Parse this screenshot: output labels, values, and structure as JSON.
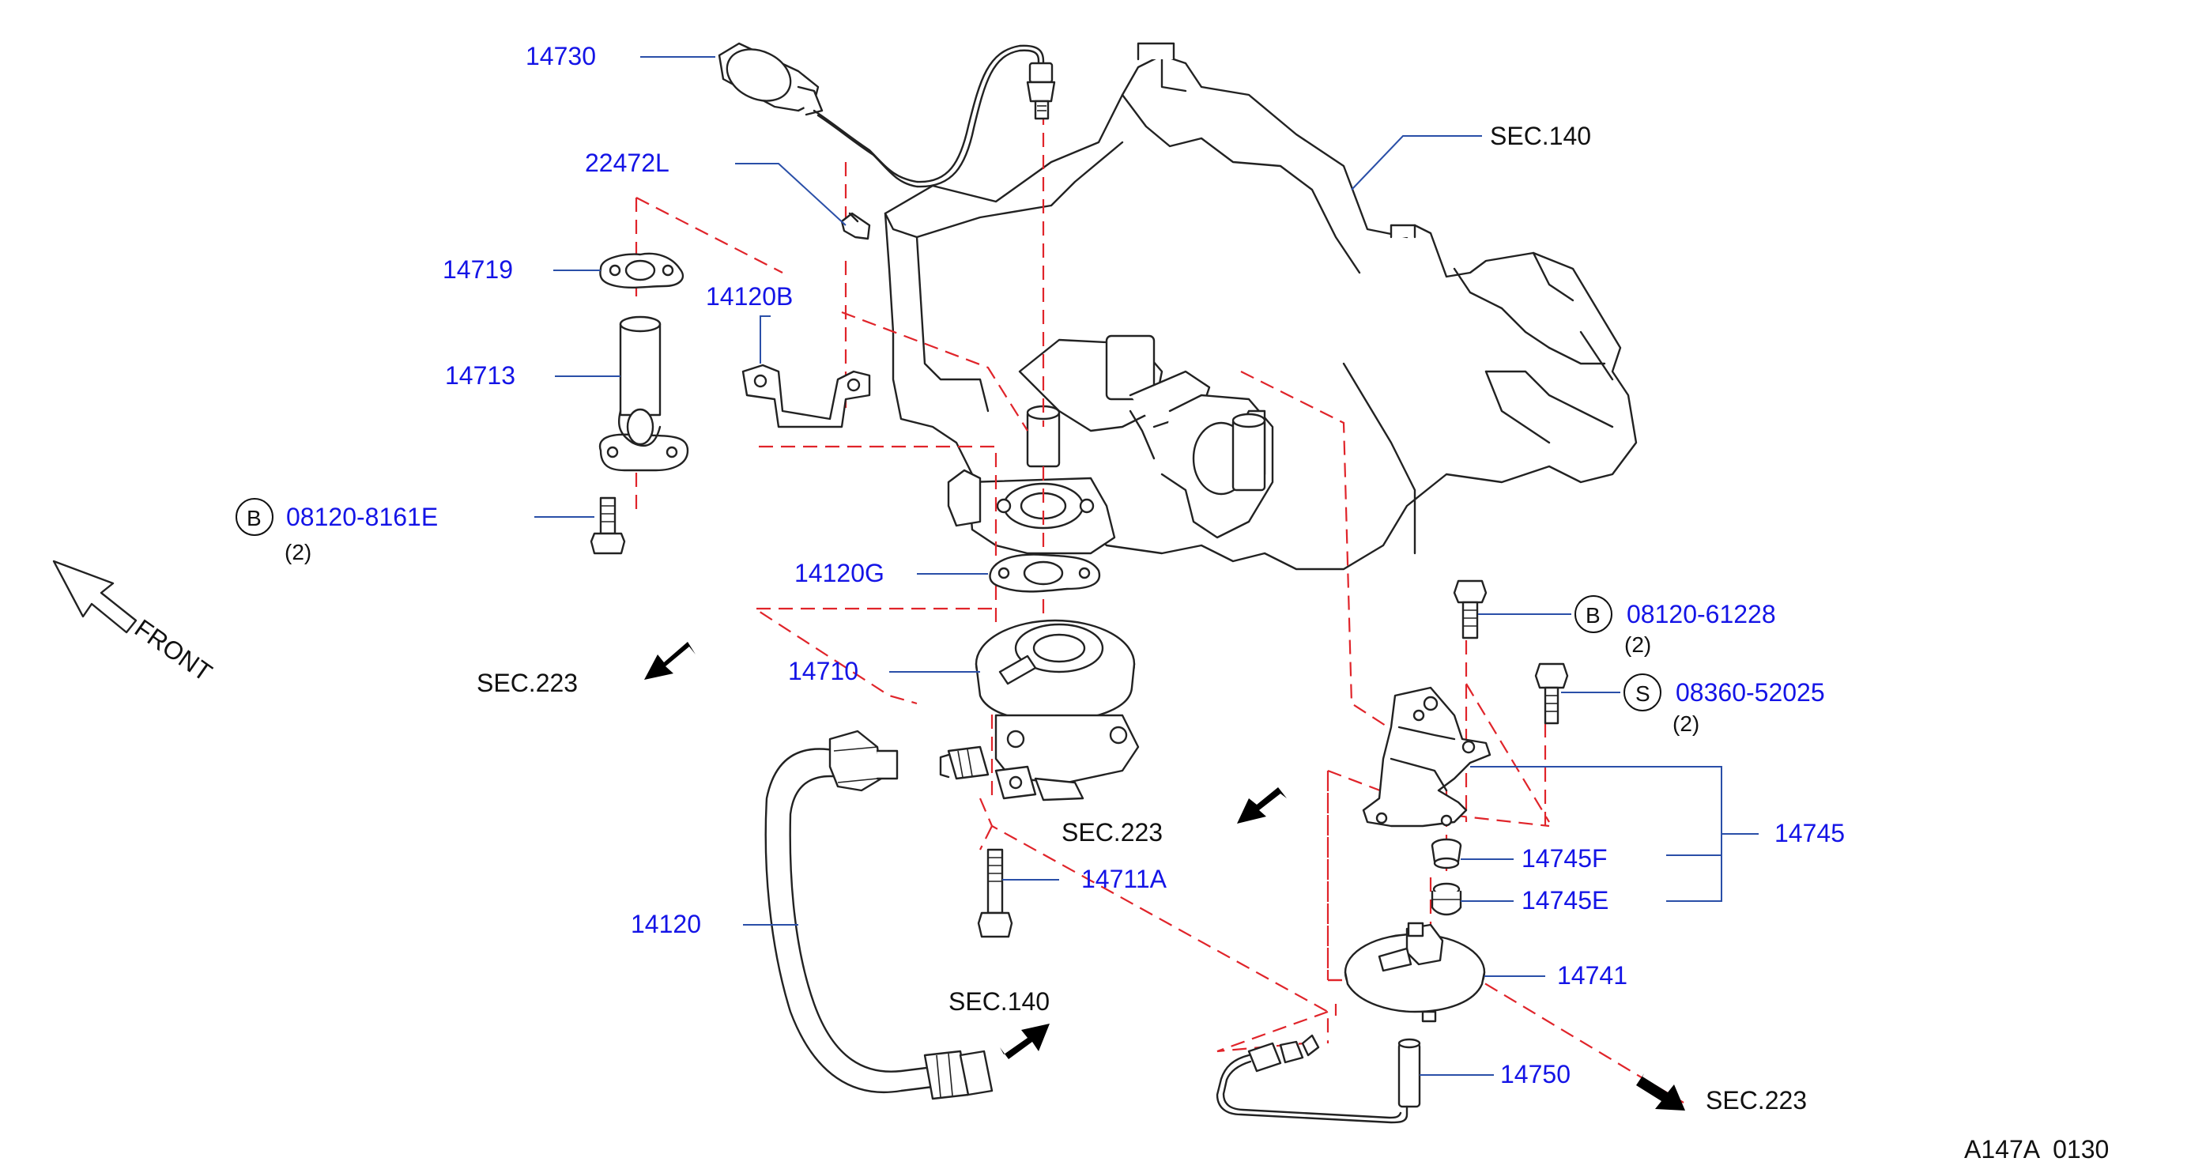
{
  "labels": {
    "p14730": "14730",
    "p22472L": "22472L",
    "p14719": "14719",
    "p14713": "14713",
    "p14120B": "14120B",
    "p14120G": "14120G",
    "p14710": "14710",
    "p14711A": "14711A",
    "p14120": "14120",
    "p14745": "14745",
    "p14745F": "14745F",
    "p14745E": "14745E",
    "p14741": "14741",
    "p14750": "14750",
    "bolt1": "08120-8161E",
    "bolt1_qty": "(2)",
    "bolt2": "08120-61228",
    "bolt2_qty": "(2)",
    "screw": "08360-52025",
    "screw_qty": "(2)"
  },
  "sections": {
    "sec140_top": "SEC.140",
    "sec223_left": "SEC.223",
    "sec223_mid": "SEC.223",
    "sec140_bottom": "SEC.140",
    "sec223_right": "SEC.223"
  },
  "badges": {
    "b1": "B",
    "b2": "B",
    "s1": "S"
  },
  "front_label": "FRONT",
  "diagram_code": "A147A  0130",
  "colors": {
    "part_number": "#1414e6",
    "leader_line": "#2a4fa8",
    "dashed_line": "#e0242a",
    "outline": "#222222"
  }
}
